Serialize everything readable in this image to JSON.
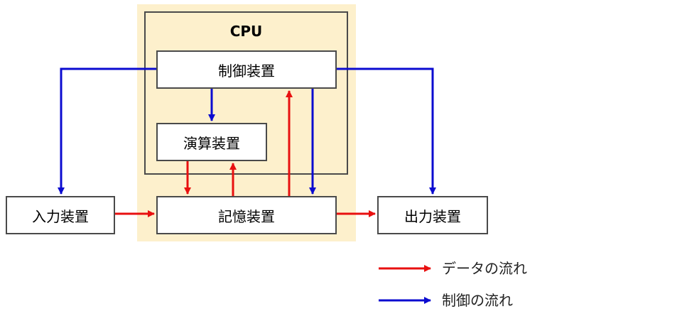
{
  "colors": {
    "cpu_background": "#fdf0cc",
    "border": "#4a4a4a",
    "data_flow": "#e81010",
    "control_flow": "#0b0bd0"
  },
  "cpu": {
    "title": "CPU"
  },
  "boxes": {
    "control": "制御装置",
    "alu": "演算装置",
    "memory": "記憶装置",
    "input": "入力装置",
    "output": "出力装置"
  },
  "legend": {
    "data_flow": "データの流れ",
    "control_flow": "制御の流れ"
  }
}
